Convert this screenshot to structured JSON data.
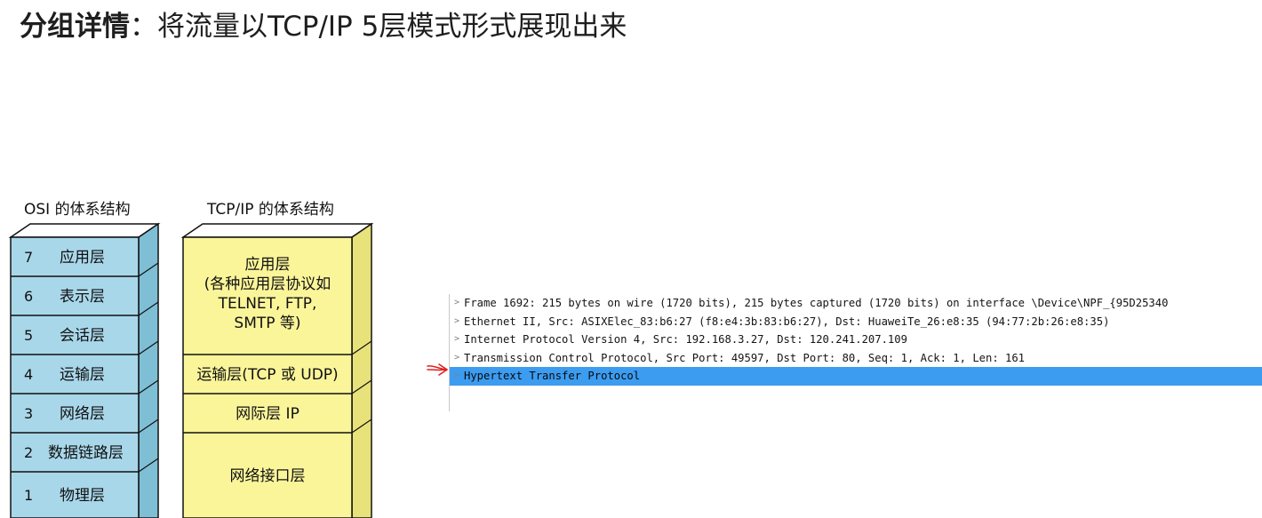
{
  "heading": {
    "bold": "分组详情",
    "rest": "：将流量以TCP/IP 5层模式形式展现出来"
  },
  "diagram": {
    "osi_title": "OSI 的体系结构",
    "tcpip_title": "TCP/IP 的体系结构",
    "osi_layers": [
      {
        "num": "7",
        "name": "应用层"
      },
      {
        "num": "6",
        "name": "表示层"
      },
      {
        "num": "5",
        "name": "会话层"
      },
      {
        "num": "4",
        "name": "运输层"
      },
      {
        "num": "3",
        "name": "网络层"
      },
      {
        "num": "2",
        "name": "数据链路层"
      },
      {
        "num": "1",
        "name": "物理层"
      }
    ],
    "tcpip_layers": [
      {
        "lines": [
          "应用层",
          "(各种应用层协议如",
          "TELNET, FTP,",
          "SMTP 等)"
        ]
      },
      {
        "lines": [
          "运输层(TCP 或 UDP)"
        ]
      },
      {
        "lines": [
          "网际层 IP"
        ]
      },
      {
        "lines": [
          "网络接口层"
        ]
      }
    ],
    "colors": {
      "osi": "#a9d7ea",
      "tcpip": "#fbf59a"
    }
  },
  "packet_details": {
    "rows": [
      {
        "text": "Frame 1692: 215 bytes on wire (1720 bits), 215 bytes captured (1720 bits) on interface \\Device\\NPF_{95D25340",
        "selected": false
      },
      {
        "text": "Ethernet II, Src: ASIXElec_83:b6:27 (f8:e4:3b:83:b6:27), Dst: HuaweiTe_26:e8:35 (94:77:2b:26:e8:35)",
        "selected": false
      },
      {
        "text": "Internet Protocol Version 4, Src: 192.168.3.27, Dst: 120.241.207.109",
        "selected": false
      },
      {
        "text": "Transmission Control Protocol, Src Port: 49597, Dst Port: 80, Seq: 1, Ack: 1, Len: 161",
        "selected": false
      },
      {
        "text": "Hypertext Transfer Protocol",
        "selected": true
      }
    ],
    "expander_glyph": ">",
    "selected_color": "#3c9cf0",
    "annotation_arrow_color": "#e02020"
  }
}
